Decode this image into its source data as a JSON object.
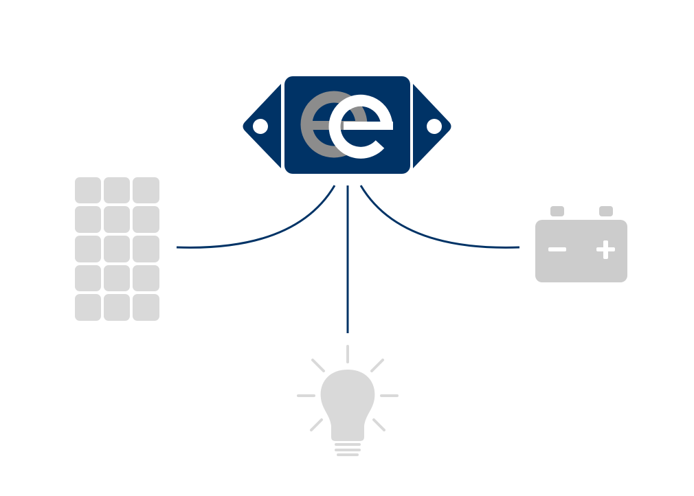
{
  "diagram": {
    "nodes": [
      {
        "id": "controller",
        "icon": "ee-logo-controller-icon"
      },
      {
        "id": "solar",
        "icon": "solar-panel-icon"
      },
      {
        "id": "battery",
        "icon": "battery-icon"
      },
      {
        "id": "load",
        "icon": "light-bulb-icon"
      }
    ],
    "edges": [
      {
        "from": "controller",
        "to": "solar"
      },
      {
        "from": "controller",
        "to": "load"
      },
      {
        "from": "controller",
        "to": "battery"
      }
    ]
  },
  "colors": {
    "navy": "#003366",
    "logo_gray": "#8c8c8c",
    "icon_gray": "#d9d9d9",
    "battery_gray": "#cccccc",
    "background": "#ffffff"
  }
}
